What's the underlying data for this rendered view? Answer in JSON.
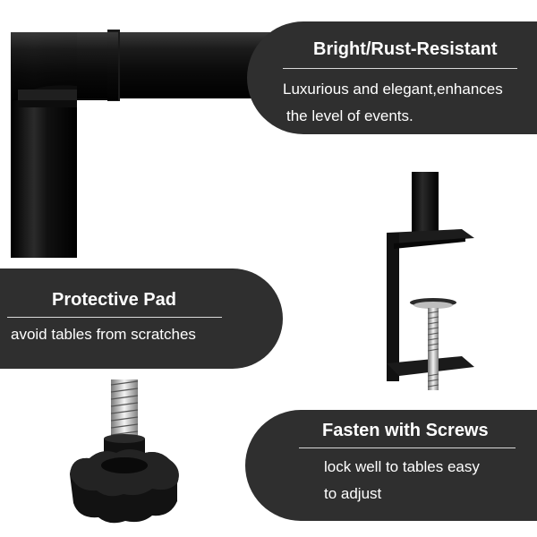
{
  "features": {
    "rust": {
      "title": "Bright/Rust-Resistant",
      "line1": "Luxurious and elegant,enhances",
      "line2": "the level of events."
    },
    "pad": {
      "title": "Protective Pad",
      "line1": "avoid tables from scratches"
    },
    "screws": {
      "title": "Fasten with Screws",
      "line1": "lock well to tables easy",
      "line2": "to adjust"
    }
  },
  "colors": {
    "panel": "#2f2f2f",
    "text": "#ffffff",
    "product": "#111111"
  },
  "images": {
    "pipe": "elbow-pipe-image",
    "clamp": "table-clamp-image",
    "knob": "screw-knob-image"
  }
}
